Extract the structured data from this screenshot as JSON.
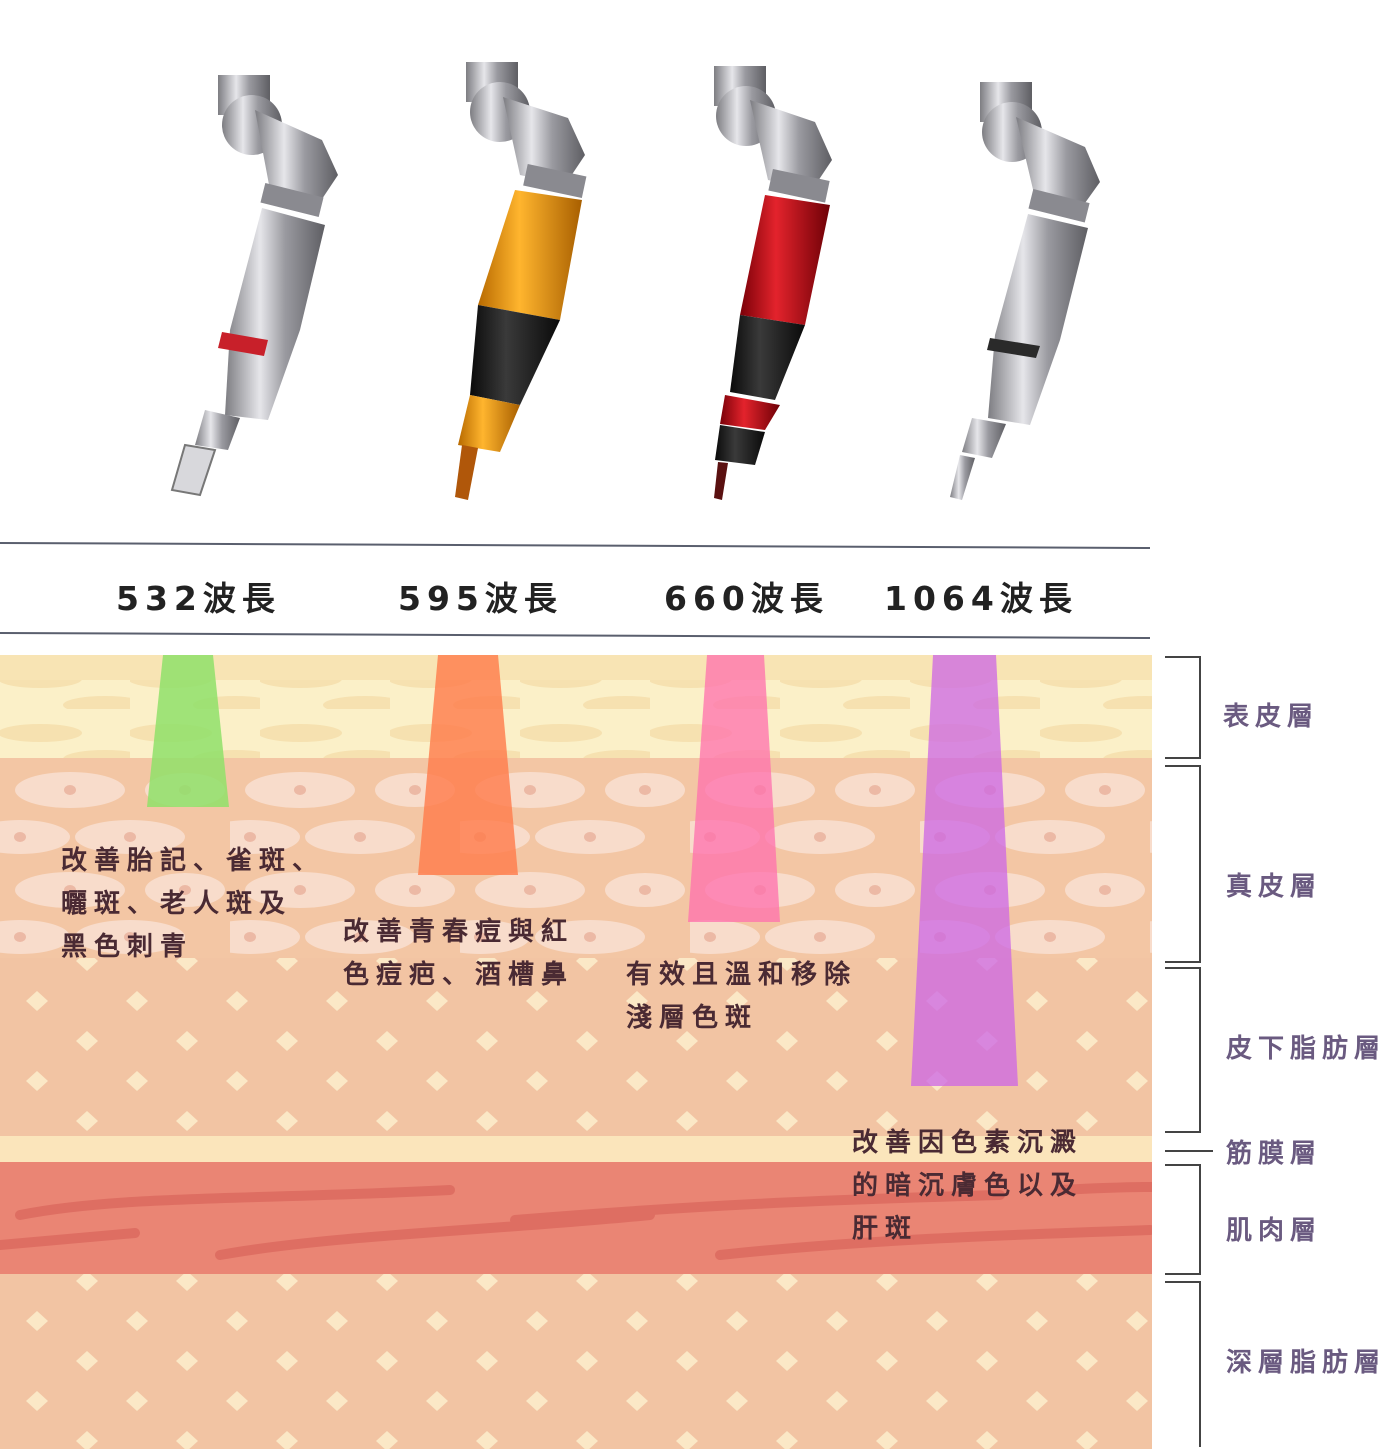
{
  "wavelengths": [
    {
      "label": "532波長",
      "beam_color": "#8fe06a",
      "description": [
        "改善胎記、雀斑、",
        "曬斑、老人斑及",
        "黑色刺青"
      ]
    },
    {
      "label": "595波長",
      "beam_color": "#ff7a4a",
      "description": [
        "改善青春痘與紅",
        "色痘疤、酒槽鼻"
      ]
    },
    {
      "label": "660波長",
      "beam_color": "#ff6fae",
      "description": [
        "有效且溫和移除",
        "淺層色斑"
      ]
    },
    {
      "label": "1064波長",
      "beam_color": "#cc66e6",
      "description": [
        "改善因色素沉澱",
        "的暗沉膚色以及",
        "肝斑"
      ]
    }
  ],
  "layers": [
    {
      "label": "表皮層",
      "color": "#fbf0c8"
    },
    {
      "label": "真皮層",
      "color": "#f3c6a4"
    },
    {
      "label": "皮下脂肪層",
      "color": "#f2c4a3"
    },
    {
      "label": "筋膜層",
      "color": "#fbe5bb"
    },
    {
      "label": "肌肉層",
      "color": "#ea8574"
    },
    {
      "label": "深層脂肪層",
      "color": "#f2c4a3"
    }
  ],
  "handpieces": [
    {
      "name": "532 handpiece",
      "body_color": "#b9b9bd",
      "band_color": "#c8202a"
    },
    {
      "name": "595 handpiece",
      "body_color": "#e8950e",
      "band_color": "#1a1a1a"
    },
    {
      "name": "660 handpiece",
      "body_color": "#c8141c",
      "band_color": "#1a1a1a"
    },
    {
      "name": "1064 handpiece",
      "body_color": "#b9b9bd",
      "band_color": "#2a2a2a"
    }
  ]
}
